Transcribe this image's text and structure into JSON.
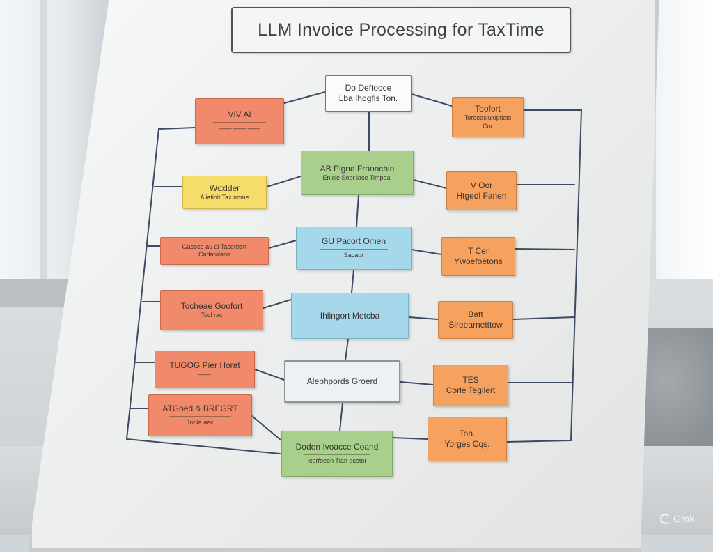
{
  "title": "LLM Invoice Processing for TaxTime",
  "watermark": "Grok",
  "nodes": {
    "top": {
      "l1": "Do Deftooce",
      "l2": "Lba Ihdgfis Ton."
    },
    "l1": {
      "l1": "VIV AI",
      "l2": "—— —— ——"
    },
    "l2": {
      "l1": "Wcxlder",
      "l2": "Aliatinit Tax nome"
    },
    "l3": {
      "l1": "Gacoce au al Tacerbort",
      "l2": "Cadatulaolr"
    },
    "l4": {
      "l1": "Tocheae Goofort",
      "l2": "Tocl rac"
    },
    "l5": {
      "l1": "TUGOG Pier Horat",
      "l2": "——"
    },
    "l6": {
      "l1": "ATGoed & BREGRT",
      "l2": "Tonla aec"
    },
    "c1": {
      "l1": "AB Pignd Froonchin",
      "l2": "Enicle Soor lace Timpeal"
    },
    "c2": {
      "l1": "GU Pacort Omen",
      "l2": "Sacaur"
    },
    "c3": {
      "l1": "Ihlingort Metcba",
      "l2": ""
    },
    "c4": {
      "l1": "Alephpords Groerd",
      "l2": ""
    },
    "c5": {
      "l1": "Doden Ivoacce Coand",
      "l2": "Icorfoeon Tlan dcetor"
    },
    "r1": {
      "l1": "Toofort",
      "l2": "Toreeaciuloptiats",
      "l3": "Cor"
    },
    "r2": {
      "l1": "V Oor",
      "l2": "Htgedl Fanen"
    },
    "r3": {
      "l1": "T Cer",
      "l2": "Ywoefoetons"
    },
    "r4": {
      "l1": "Baft",
      "l2": "Sireearnetttow"
    },
    "r5": {
      "l1": "TES",
      "l2": "Corle Tegllert"
    },
    "r6": {
      "l1": "Ton.",
      "l2": "Yorges Cqs."
    }
  }
}
